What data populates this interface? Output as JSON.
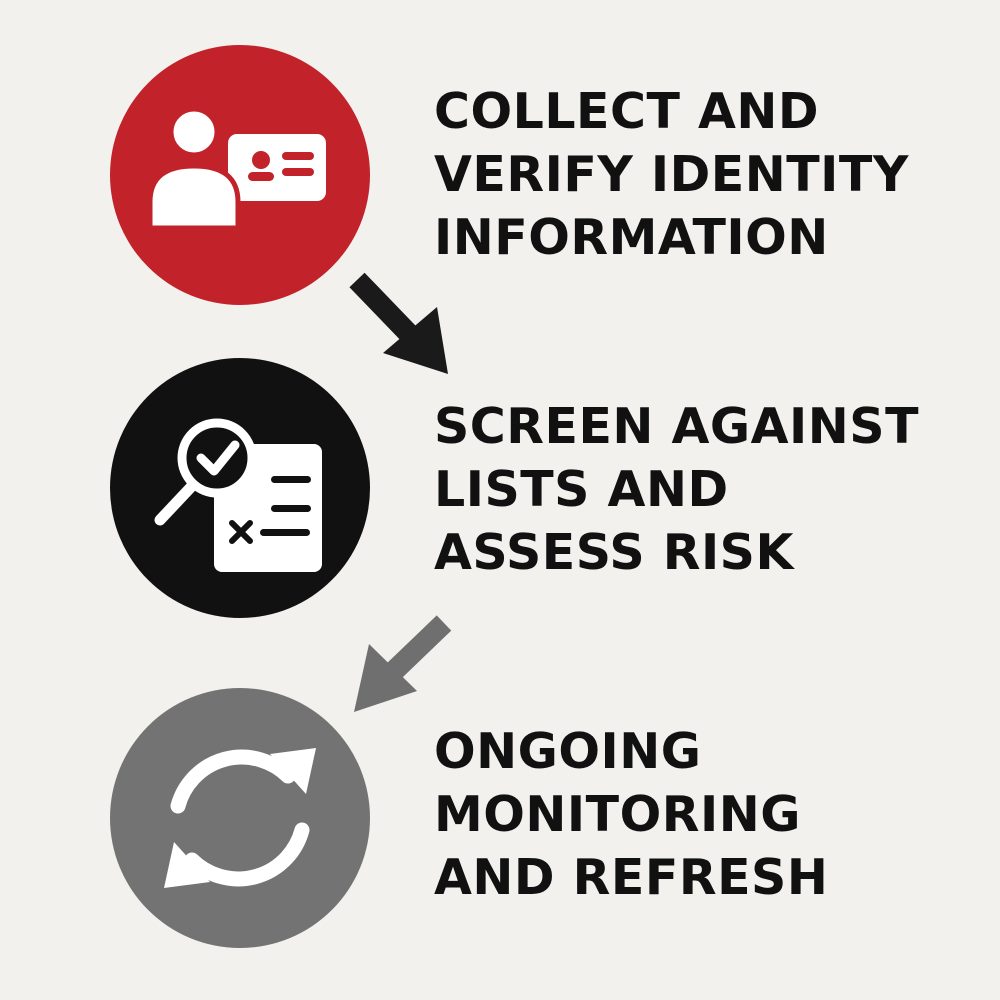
{
  "steps": [
    {
      "id": "collect",
      "lines": [
        "COLLECT AND",
        "VERIFY IDENTITY",
        "INFORMATION"
      ],
      "circle_color": "#c2232a",
      "icon": "id-card-person-icon"
    },
    {
      "id": "screen",
      "lines": [
        "SCREEN AGAINST",
        "LISTS AND",
        "ASSESS RISK"
      ],
      "circle_color": "#111111",
      "icon": "magnifier-check-document-icon"
    },
    {
      "id": "monitor",
      "lines": [
        "ONGOING",
        "MONITORING",
        "AND REFRESH"
      ],
      "circle_color": "#737373",
      "icon": "refresh-cycle-icon"
    }
  ],
  "arrows": [
    {
      "from": "collect",
      "to": "screen",
      "color": "#1a1a1a"
    },
    {
      "from": "screen",
      "to": "monitor",
      "color": "#6f6f6f"
    }
  ],
  "colors": {
    "background": "#f3f1ee",
    "text": "#111111"
  }
}
